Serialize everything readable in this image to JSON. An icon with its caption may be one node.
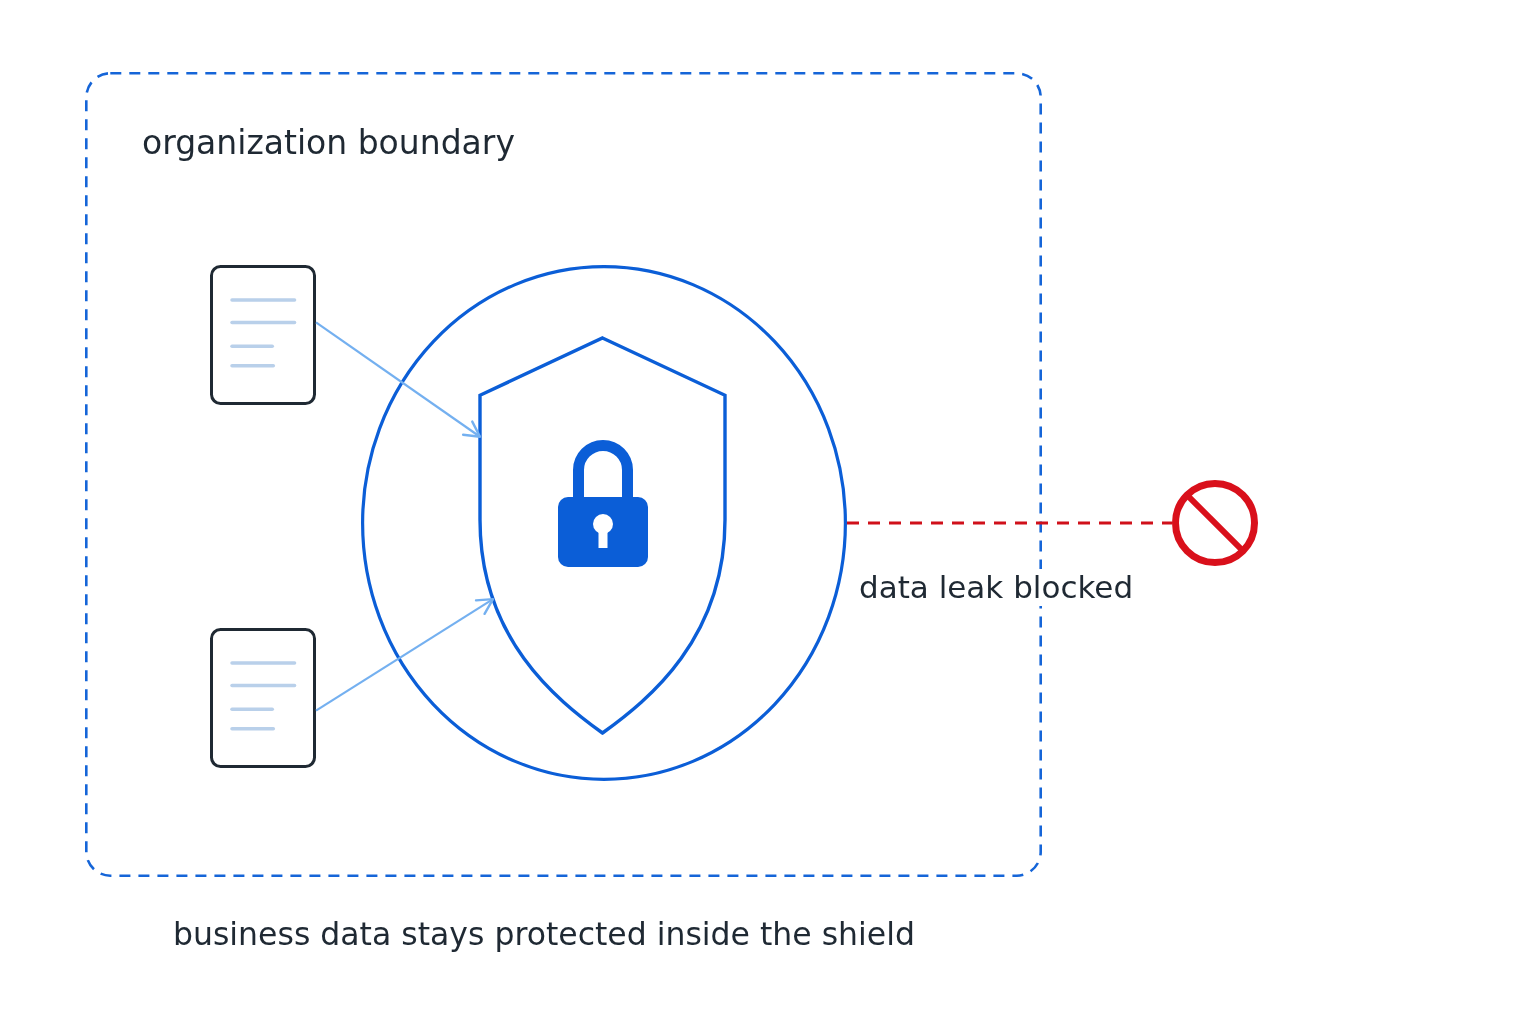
{
  "diagram": {
    "caption": "business data stays protected inside the shield",
    "nodes": [
      {
        "text": [
          "organization boundary"
        ]
      },
      {
        "text": [],
        "shape": "document",
        "in": 0
      },
      {
        "text": [],
        "shape": "document",
        "in": 0
      },
      {
        "text": [],
        "shape": "circle",
        "in": 0
      },
      {
        "text": [],
        "shape": "shield",
        "in": 3
      },
      {
        "text": [],
        "shape": "circle"
      }
    ],
    "edges": [
      {
        "from": 1,
        "to": 4,
        "arrow": "to"
      },
      {
        "from": 2,
        "to": 4,
        "arrow": "to"
      },
      {
        "from": 3,
        "to": 5,
        "arrow": "none",
        "label": "data leak blocked",
        "style": "dashed",
        "color": "#d0101a"
      }
    ]
  }
}
